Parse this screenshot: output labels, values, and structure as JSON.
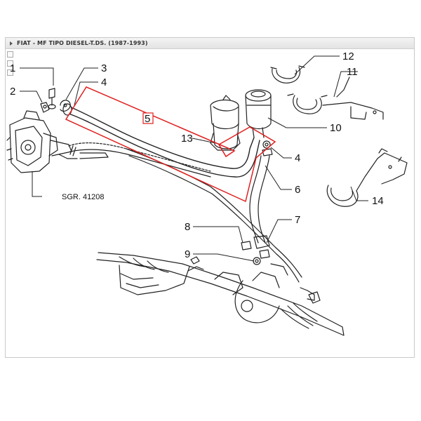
{
  "header": {
    "title": "FIAT - MF TIPO DIESEL-T.DS. (1987-1993)"
  },
  "diagram": {
    "callouts": [
      {
        "id": "1",
        "label": "1"
      },
      {
        "id": "2",
        "label": "2"
      },
      {
        "id": "3",
        "label": "3"
      },
      {
        "id": "4a",
        "label": "4"
      },
      {
        "id": "5",
        "label": "5"
      },
      {
        "id": "4b",
        "label": "4"
      },
      {
        "id": "6",
        "label": "6"
      },
      {
        "id": "7",
        "label": "7"
      },
      {
        "id": "8",
        "label": "8"
      },
      {
        "id": "9",
        "label": "9"
      },
      {
        "id": "10",
        "label": "10"
      },
      {
        "id": "11",
        "label": "11"
      },
      {
        "id": "12",
        "label": "12"
      },
      {
        "id": "13",
        "label": "13"
      },
      {
        "id": "14",
        "label": "14"
      }
    ],
    "reference": "SGR. 41208",
    "highlight_color": "#e0201f"
  }
}
